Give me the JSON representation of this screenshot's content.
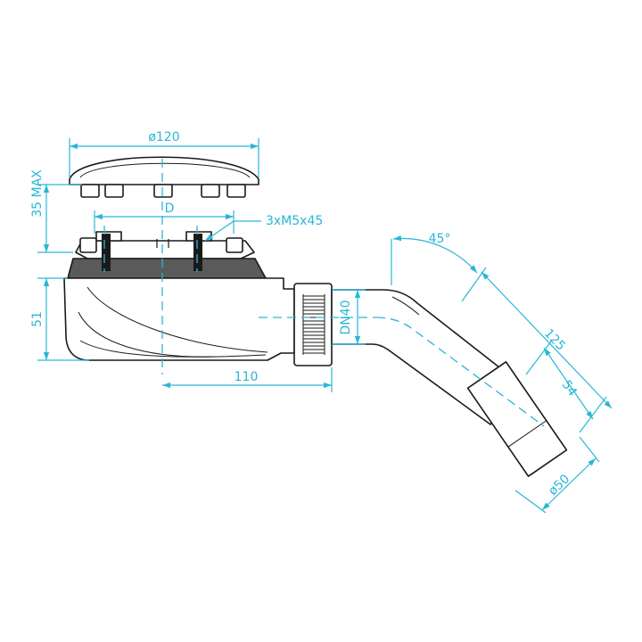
{
  "colors": {
    "line": "#1a1a1a",
    "dimension": "#29b6d6",
    "gasket": "#5a5a5a",
    "fill": "#ffffff"
  },
  "labels": {
    "cover_diameter": "ø120",
    "drain_diameter": "D",
    "screws": "3xM5x45",
    "height_max": "35 MAX",
    "body_height": "51",
    "outlet_offset": "110",
    "nominal_diameter": "DN40",
    "angle": "45°",
    "pipe_length": "125",
    "socket_length": "54",
    "outlet_diameter": "ø50"
  }
}
